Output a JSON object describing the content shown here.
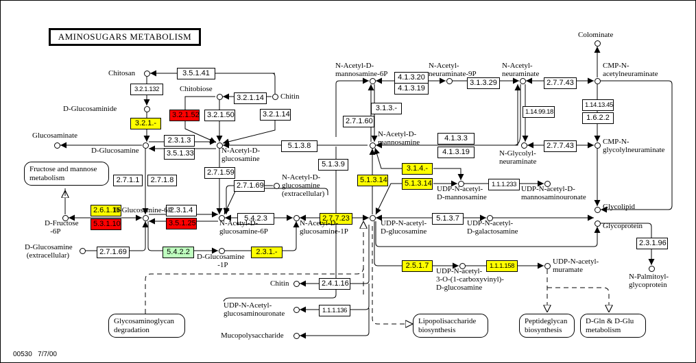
{
  "title": "AMINOSUGARS METABOLISM",
  "footer": {
    "map_id": "00530",
    "date": "7/7/00"
  },
  "colors": {
    "red": "#ff0000",
    "yellow": "#ffff00",
    "green": "#bfffbf",
    "white": "#ffffff",
    "line": "#000000"
  },
  "enzymes": [
    {
      "id": "e1",
      "label": "3.5.1.41",
      "color": "white"
    },
    {
      "id": "e2",
      "label": "3.2.1.132",
      "color": "white"
    },
    {
      "id": "e3",
      "label": "3.2.1.14",
      "color": "white"
    },
    {
      "id": "e4",
      "label": "3.2.1.52",
      "color": "red"
    },
    {
      "id": "e5",
      "label": "3.2.1.50",
      "color": "white"
    },
    {
      "id": "e6",
      "label": "3.2.1.14",
      "color": "white"
    },
    {
      "id": "e7",
      "label": "3.2.1.-",
      "color": "yellow"
    },
    {
      "id": "e8",
      "label": "2.3.1.3",
      "color": "white"
    },
    {
      "id": "e9",
      "label": "3.5.1.33",
      "color": "white"
    },
    {
      "id": "e10",
      "label": "2.7.1.1",
      "color": "white"
    },
    {
      "id": "e11",
      "label": "2.7.1.8",
      "color": "white"
    },
    {
      "id": "e12",
      "label": "2.7.1.59",
      "color": "white"
    },
    {
      "id": "e13",
      "label": "2.7.1.69",
      "color": "white"
    },
    {
      "id": "e14",
      "label": "2.6.1.16",
      "color": "yellow"
    },
    {
      "id": "e15",
      "label": "5.3.1.10",
      "color": "red"
    },
    {
      "id": "e16",
      "label": "2.3.1.4",
      "color": "white"
    },
    {
      "id": "e17",
      "label": "3.5.1.25",
      "color": "red"
    },
    {
      "id": "e18",
      "label": "5.4.2.3",
      "color": "white"
    },
    {
      "id": "e19",
      "label": "2.7.1.69",
      "color": "white"
    },
    {
      "id": "e20",
      "label": "5.4.2.2",
      "color": "green"
    },
    {
      "id": "e21",
      "label": "2.3.1.-",
      "color": "yellow"
    },
    {
      "id": "e22",
      "label": "2.7.7.23",
      "color": "yellow"
    },
    {
      "id": "e23",
      "label": "5.1.3.8",
      "color": "white"
    },
    {
      "id": "e24",
      "label": "5.1.3.9",
      "color": "white"
    },
    {
      "id": "e25",
      "label": "2.7.1.60",
      "color": "white"
    },
    {
      "id": "e26",
      "label": "3.1.3.-",
      "color": "white"
    },
    {
      "id": "e27",
      "label": "4.1.3.20",
      "color": "white"
    },
    {
      "id": "e28",
      "label": "4.1.3.19",
      "color": "white"
    },
    {
      "id": "e29",
      "label": "3.1.3.29",
      "color": "white"
    },
    {
      "id": "e30",
      "label": "2.7.7.43",
      "color": "white"
    },
    {
      "id": "e31",
      "label": "1.14.99.18",
      "color": "white"
    },
    {
      "id": "e32",
      "label": "4.1.3.3",
      "color": "white"
    },
    {
      "id": "e33",
      "label": "4.1.3.19",
      "color": "white"
    },
    {
      "id": "e34",
      "label": "2.7.7.43",
      "color": "white"
    },
    {
      "id": "e35",
      "label": "1.14.13.45",
      "color": "white"
    },
    {
      "id": "e36",
      "label": "1.6.2.2",
      "color": "white"
    },
    {
      "id": "e37",
      "label": "5.1.3.14",
      "color": "yellow"
    },
    {
      "id": "e38",
      "label": "3.1.4.-",
      "color": "yellow"
    },
    {
      "id": "e39",
      "label": "5.1.3.14",
      "color": "yellow"
    },
    {
      "id": "e40",
      "label": "1.1.1.233",
      "color": "white"
    },
    {
      "id": "e41",
      "label": "5.1.3.7",
      "color": "white"
    },
    {
      "id": "e42",
      "label": "2.3.1.96",
      "color": "white"
    },
    {
      "id": "e43",
      "label": "2.5.1.7",
      "color": "yellow"
    },
    {
      "id": "e44",
      "label": "1.1.1.158",
      "color": "yellow"
    },
    {
      "id": "e45",
      "label": "2.4.1.16",
      "color": "white"
    },
    {
      "id": "e46",
      "label": "1.1.1.136",
      "color": "white"
    }
  ],
  "compounds": [
    {
      "id": "chitosan",
      "label": "Chitosan"
    },
    {
      "id": "chitobiose",
      "label": "Chitobiose"
    },
    {
      "id": "chitin_top",
      "label": "Chitin"
    },
    {
      "id": "d_glucosaminide",
      "label": "D-Glucosaminide"
    },
    {
      "id": "glucosaminate",
      "label": "Glucosaminate"
    },
    {
      "id": "d_glucosamine",
      "label": "D-Glucosamine"
    },
    {
      "id": "glcnac",
      "label": "N-Acetyl-D-\nglucosamine"
    },
    {
      "id": "glcnac_ext",
      "label": "N-Acetyl-D-\nglucosamine\n(extracellular)"
    },
    {
      "id": "d_glucosamine_6p",
      "label": "D-Glucosamine-6P"
    },
    {
      "id": "d_fructose_6p",
      "label": "D-Fructose\n   -6P"
    },
    {
      "id": "glcnac_6p",
      "label": "N-Acetyl-D-\nglucosamine-6P"
    },
    {
      "id": "glcnac_1p",
      "label": "N-Acetyl-D-\nglucosamine-1P"
    },
    {
      "id": "d_glucosamine_ext",
      "label": "D-Glucosamine\n (extracellular)"
    },
    {
      "id": "d_glucosamine_1p",
      "label": "D-Glucosamine\n           -1P"
    },
    {
      "id": "manac_6p",
      "label": "N-Acetyl-D-\nmannosamine-6P"
    },
    {
      "id": "manac",
      "label": "N-Acetyl-D-\nmannosamine"
    },
    {
      "id": "neuac_9p",
      "label": "N-Acetyl-\nneuraminate-9P"
    },
    {
      "id": "neuac",
      "label": "N-Acetyl-\nneuraminate"
    },
    {
      "id": "colominate",
      "label": "Colominate"
    },
    {
      "id": "cmp_neuac",
      "label": "CMP-N-\nacetylneuraminate"
    },
    {
      "id": "neugc",
      "label": "N-Glycolyl-\nneuraminate"
    },
    {
      "id": "cmp_neugc",
      "label": "CMP-N-\nglycolylneuraminate"
    },
    {
      "id": "udp_manac",
      "label": "UDP-N-acetyl-\nD-mannosamine"
    },
    {
      "id": "udp_manac_uronate",
      "label": "UDP-N-acetyl-D-\nmannosaminouronate"
    },
    {
      "id": "glycolipid",
      "label": "Glycolipid"
    },
    {
      "id": "glycoprotein",
      "label": "Glycoprotein"
    },
    {
      "id": "udp_glcnac",
      "label": "UDP-N-acetyl-\nD-glucosamine"
    },
    {
      "id": "udp_galnac",
      "label": "UDP-N-acetyl-\nD-galactosamine"
    },
    {
      "id": "n_palmitoyl_glycoprotein",
      "label": "N-Palmitoyl-\nglycoprotein"
    },
    {
      "id": "udp_glcnac_enolpyruvyl",
      "label": "UDP-N-acetyl-\n3-O-(1-carboxyvinyl)-\nD-glucosamine"
    },
    {
      "id": "udp_murnac",
      "label": "UDP-N-acetyl-\nmuramate"
    },
    {
      "id": "chitin_bottom",
      "label": "Chitin"
    },
    {
      "id": "udp_glcnac_uronate",
      "label": "UDP-N-Acetyl-\nglucosaminouronate"
    },
    {
      "id": "mucopolysaccharide",
      "label": "Mucopolysaccharide"
    }
  ],
  "pathway_maps": [
    {
      "id": "fructose_mannose",
      "label": "Fructose and mannose\nmetabolism"
    },
    {
      "id": "glycosaminoglycan",
      "label": "Glycosaminoglycan\ndegradation"
    },
    {
      "id": "lps",
      "label": "Lipopolisaccharide\nbiosynthesis"
    },
    {
      "id": "peptidoglycan",
      "label": "Peptideglycan\nbiosynthesis"
    },
    {
      "id": "dgln_dglu",
      "label": "D-Gln & D-Glu\nmetabolism"
    }
  ]
}
